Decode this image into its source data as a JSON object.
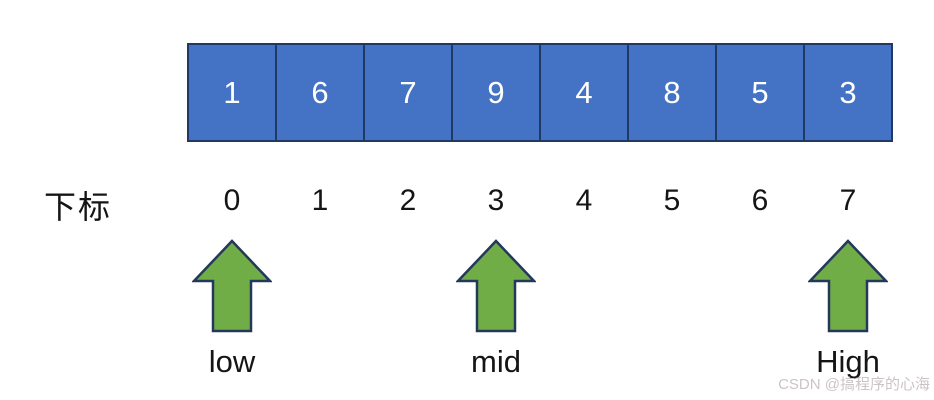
{
  "diagram": {
    "title": "binary-search-array-diagram",
    "index_axis_label": "下标",
    "array_values": [
      "1",
      "6",
      "7",
      "9",
      "4",
      "8",
      "5",
      "3"
    ],
    "indices": [
      "0",
      "1",
      "2",
      "3",
      "4",
      "5",
      "6",
      "7"
    ],
    "pointers": [
      {
        "label": "low",
        "index": 0
      },
      {
        "label": "mid",
        "index": 3
      },
      {
        "label": "High",
        "index": 7
      }
    ]
  },
  "watermark": {
    "text": "CSDN @搞程序的心海"
  },
  "colors": {
    "background": "#FFFFFF",
    "cell_fill": "#4472C4",
    "cell_border": "#1F3864",
    "cell_text": "#FFFFFF",
    "arrow_fill": "#70AD47",
    "arrow_border": "#24385B",
    "text": "#151515",
    "watermark": "#CCC4C4"
  }
}
